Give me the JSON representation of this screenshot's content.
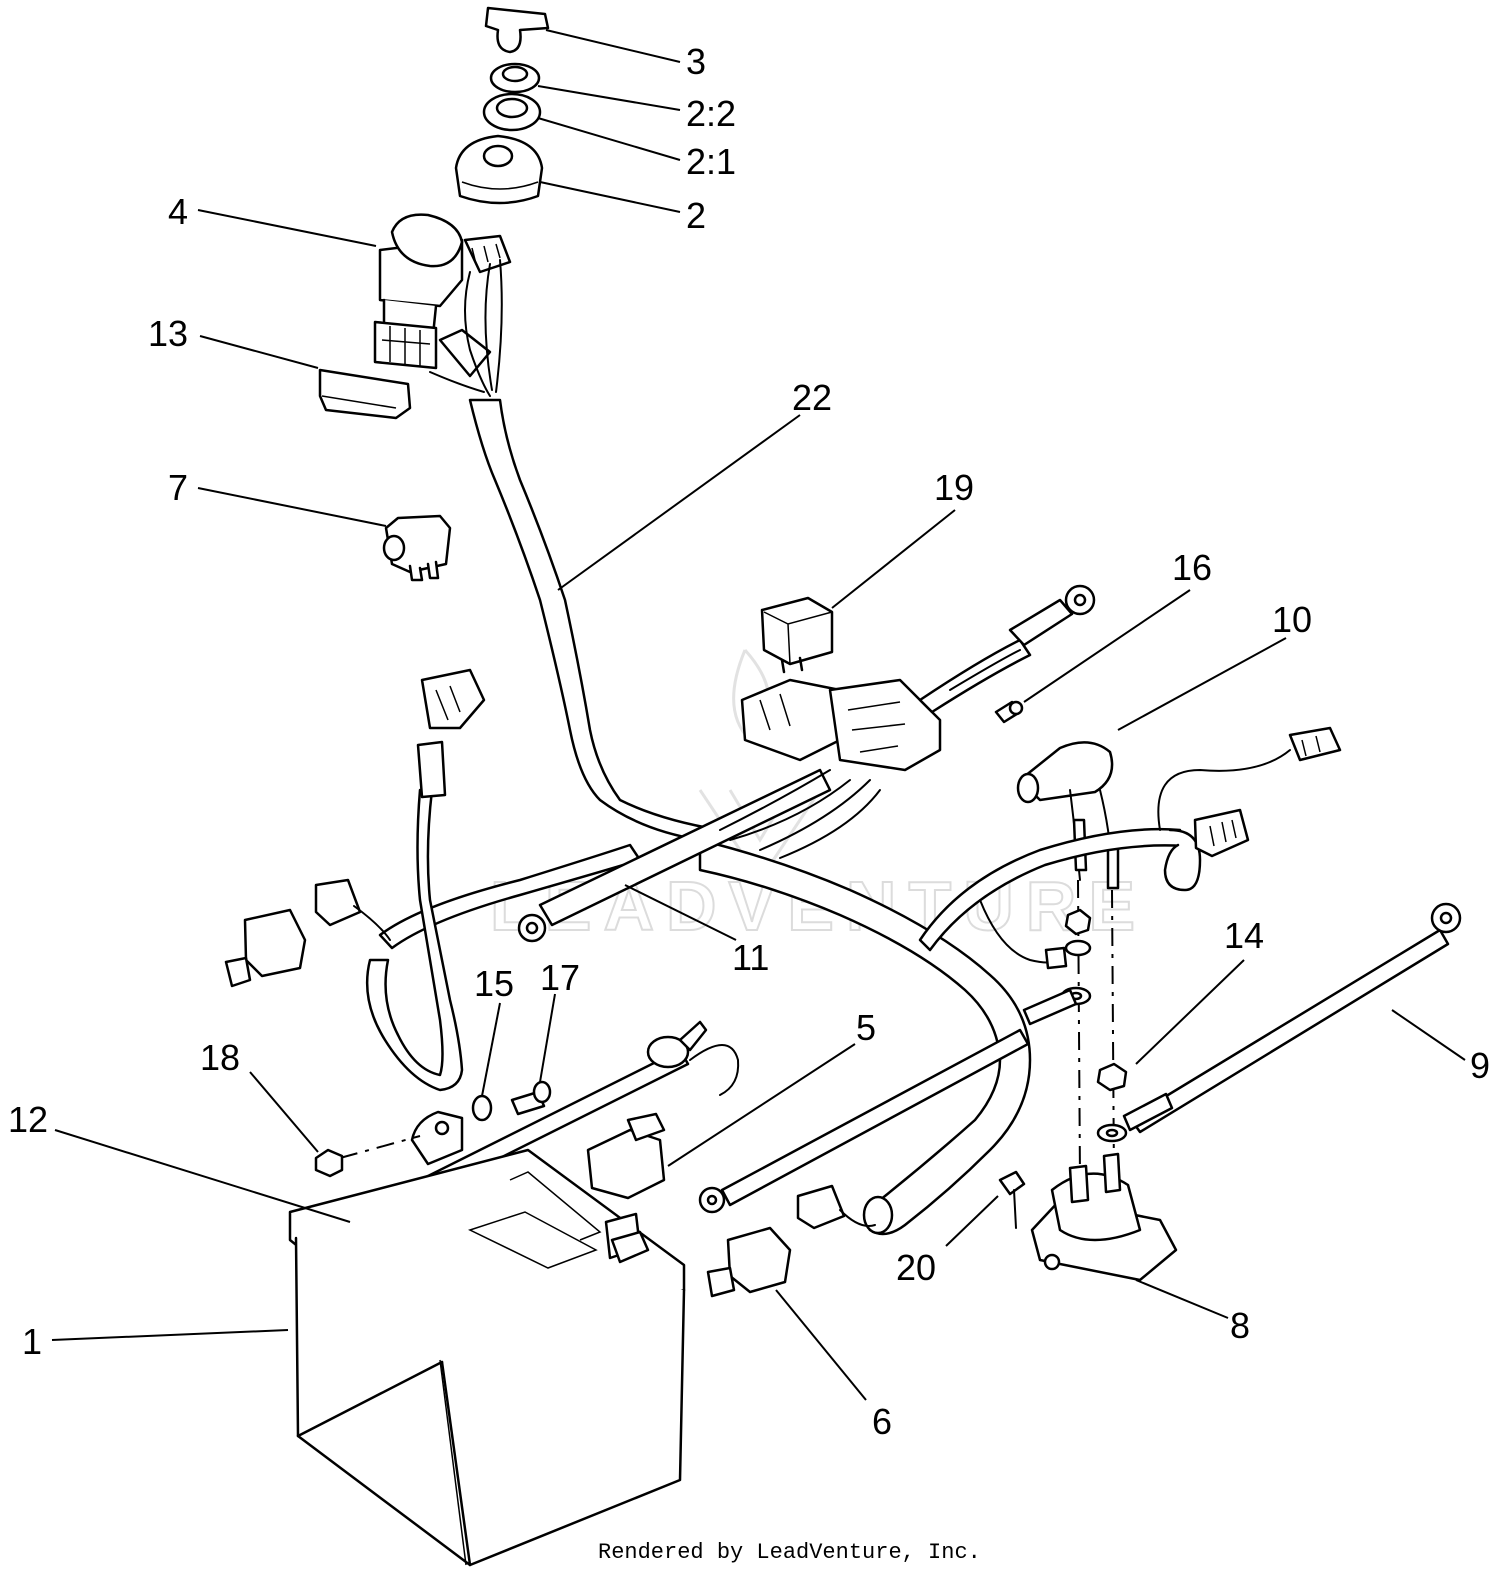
{
  "callouts": {
    "c1": "1",
    "c2": "2",
    "c2_1": "2:1",
    "c2_2": "2:2",
    "c3": "3",
    "c4": "4",
    "c5": "5",
    "c6": "6",
    "c7": "7",
    "c8": "8",
    "c9": "9",
    "c10": "10",
    "c11": "11",
    "c12": "12",
    "c13": "13",
    "c14": "14",
    "c15": "15",
    "c16": "16",
    "c17": "17",
    "c18": "18",
    "c19": "19",
    "c20": "20",
    "c22": "22"
  },
  "watermark": "LEADVENTURE",
  "footer": "Rendered by LeadVenture, Inc."
}
